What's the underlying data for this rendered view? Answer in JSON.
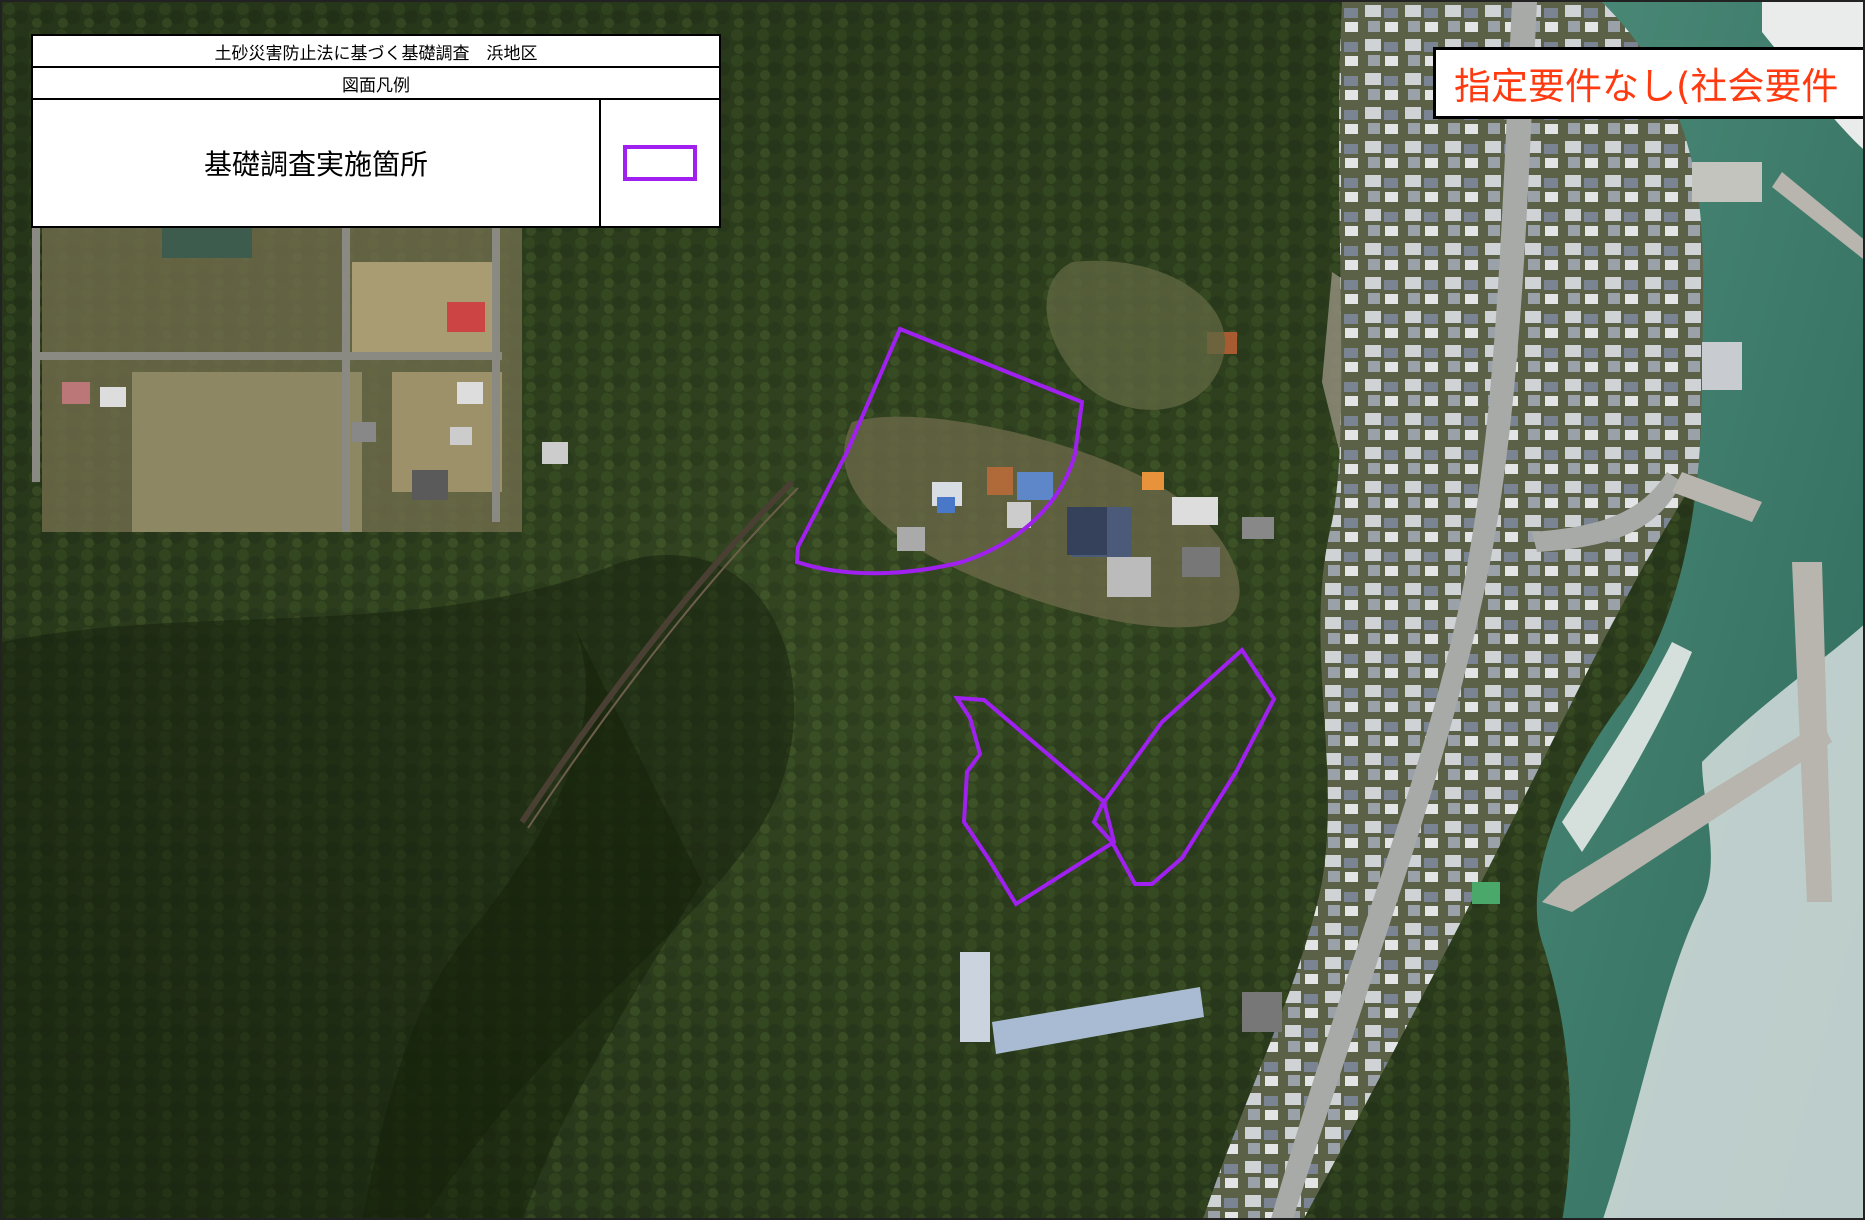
{
  "legend": {
    "title": "土砂災害防止法に基づく基礎調査　浜地区",
    "subtitle": "図面凡例",
    "item_label": "基礎調査実施箇所",
    "item_color": "#a020f0"
  },
  "status_label": "指定要件なし(社会要件",
  "colors": {
    "survey_outline": "#a020f0",
    "status_text": "#ff3a10",
    "forest": "#2e3f1f",
    "sea": "#3f7d6c"
  },
  "icons": [
    "survey-area-swatch"
  ]
}
